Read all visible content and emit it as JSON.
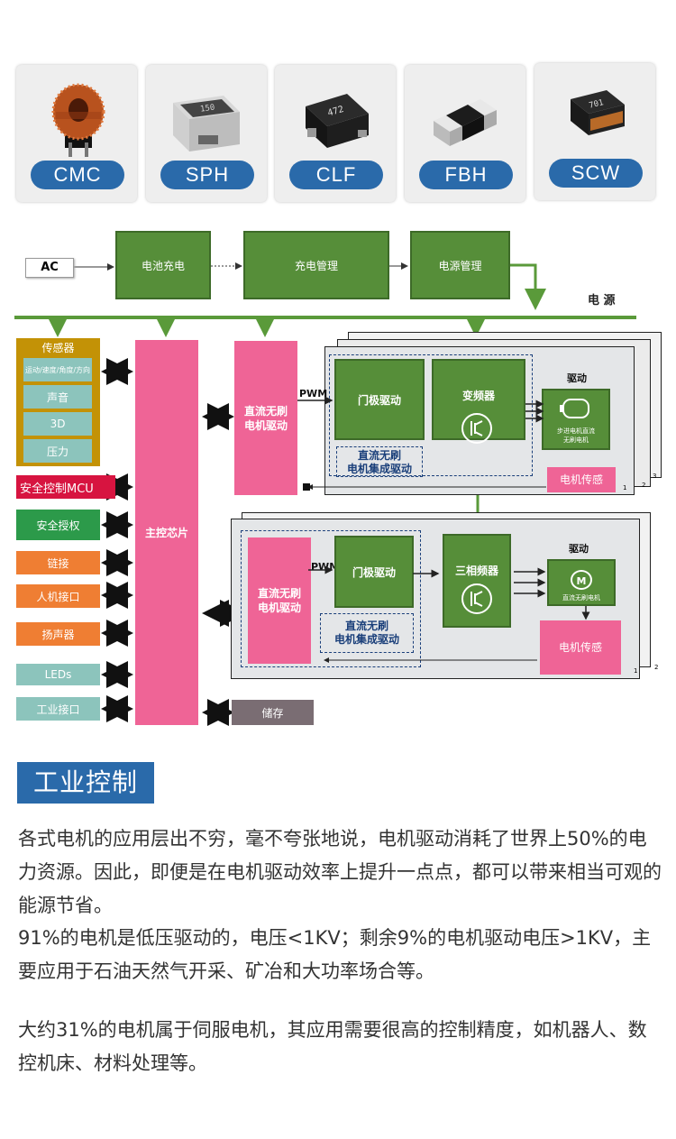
{
  "products": [
    {
      "label": "CMC",
      "icon": "toroidal-choke-icon"
    },
    {
      "label": "SPH",
      "icon": "smd-power-inductor-icon",
      "mark": "150"
    },
    {
      "label": "CLF",
      "icon": "smd-inductor-icon",
      "mark": "472"
    },
    {
      "label": "FBH",
      "icon": "ferrite-bead-icon"
    },
    {
      "label": "SCW",
      "icon": "smd-wirewound-inductor-icon",
      "mark": "701"
    }
  ],
  "diagram": {
    "ac": "AC",
    "battery_charge": "电池充电",
    "charge_mgmt": "充电管理",
    "power_mgmt": "电源管理",
    "power_bus": "电 源",
    "sensor": {
      "title": "传感器",
      "items": [
        "运动/速度/角度/方向",
        "声音",
        "3D",
        "压力"
      ]
    },
    "safety_mcu": "安全控制MCU",
    "left_items": [
      "安全授权",
      "链接",
      "人机接口",
      "扬声器",
      "LEDs",
      "工业接口"
    ],
    "main_chip": "主控芯片",
    "storage": "储存",
    "top_stack": {
      "bldc_driver": "直流无刷\n电机驱动",
      "pwm": "PWM",
      "gate_driver": "门极驱动",
      "inverter": "变频器",
      "drive_title": "驱动",
      "motor_label": "步进电机直流\n无刷电机",
      "integrated": "直流无刷\n电机集成驱动",
      "motor_sense": "电机传感",
      "page_nums": [
        "1",
        "2",
        "3"
      ]
    },
    "bottom_stack": {
      "bldc_driver": "直流无刷\n电机驱动",
      "pwm": "PWM",
      "gate_driver": "门极驱动",
      "inverter": "三相频器",
      "drive_title": "驱动",
      "motor_letter": "M",
      "motor_label": "直流无刷电机",
      "integrated": "直流无刷\n电机集成驱动",
      "motor_sense": "电机传感",
      "page_nums": [
        "1",
        "2"
      ]
    }
  },
  "section": {
    "title": "工业控制",
    "paragraphs": [
      "各式电机的应用层出不穷，毫不夸张地说，电机驱动消耗了世界上50%的电力资源。因此，即便是在电机驱动效率上提升一点点，都可以带来相当可观的能源节省。",
      "91%的电机是低压驱动的，电压<1KV；剩余9%的电机驱动电压>1KV，主要应用于石油天然气开采、矿冶和大功率场合等。",
      "大约31%的电机属于伺服电机，其应用需要很高的控制精度，如机器人、数控机床、材料处理等。"
    ]
  },
  "colors": {
    "green": "#568e39",
    "pink": "#ef6496",
    "gold": "#c39206",
    "teal": "#8cc4bc",
    "orange": "#ef7e33",
    "red": "#d71440",
    "brand_blue": "#2a6aaa",
    "gray_box": "#7a6d73"
  }
}
